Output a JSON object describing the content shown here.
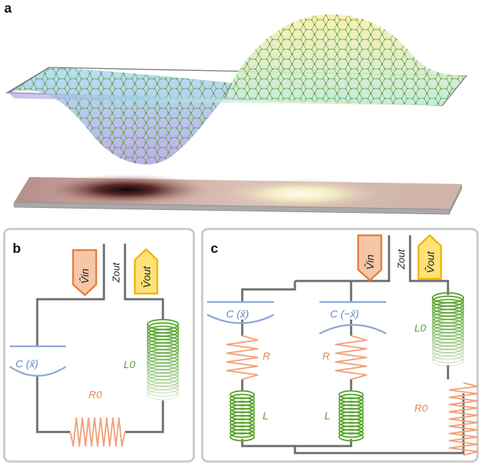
{
  "figure": {
    "panels": [
      {
        "letter": "a"
      },
      {
        "letter": "b"
      },
      {
        "letter": "c"
      }
    ]
  },
  "panel_b": {
    "v_in": "V̂in",
    "z_out": "Zout",
    "v_out": "V̂out",
    "capacitor": "C (x̂)",
    "inductor": "L0",
    "resistor": "R0"
  },
  "panel_c": {
    "v_in": "V̂in",
    "z_out": "Zout",
    "v_out": "V̂out",
    "cap_left": "C (x̂)",
    "cap_mid": "C (−x̂)",
    "res_left": "R",
    "res_mid": "R",
    "ind_left": "L",
    "ind_mid": "L",
    "ind_right": "L0",
    "res_right": "R0"
  },
  "colors": {
    "wire": "#6b6b6b",
    "capacitor": "#8fa8d8",
    "inductor": "#5aa530",
    "resistor": "#f2a27a",
    "vin_fill": "#f7c6a8",
    "vin_stroke": "#e87a3a",
    "vout_fill": "#fde27a",
    "vout_stroke": "#f0b400",
    "panel_border": "#c8c8c8"
  }
}
